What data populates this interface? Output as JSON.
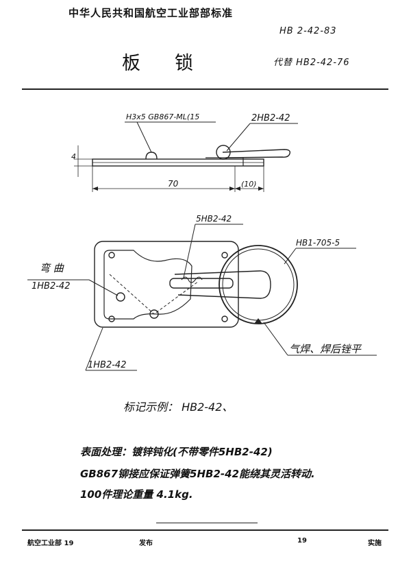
{
  "header": {
    "organization": "中华人民共和国航空工业部部标准",
    "standard_no": "HB 2-42-83",
    "title_char_1": "板",
    "title_char_2": "锁",
    "replaces": "代替 HB2-42-76"
  },
  "drawing": {
    "rivet_label": "H3x5 GB867-ML(15",
    "part_label_top": "2HB2-42",
    "dim_thickness": "4",
    "dim_length": "70",
    "dim_extra": "(10)",
    "spring_label": "5HB2-42",
    "ring_label": "HB1-705-5",
    "bend_label": "弯 曲",
    "part_label_left": "1HB2-42",
    "part_label_bottom": "1HB2-42",
    "weld_note": "气焊、焊后锉平"
  },
  "marking_example": "标记示例： HB2-42、",
  "notes": [
    "表面处理：镀锌钝化(不带零件5HB2-42)",
    "GB867铆接应保证弹簧5HB2-42能绕其灵活转动.",
    "100件理论重量 4.1kg."
  ],
  "footer": {
    "issuer": "航空工业部 19",
    "issued": "发布",
    "year_right": "19",
    "effective": "实施"
  }
}
